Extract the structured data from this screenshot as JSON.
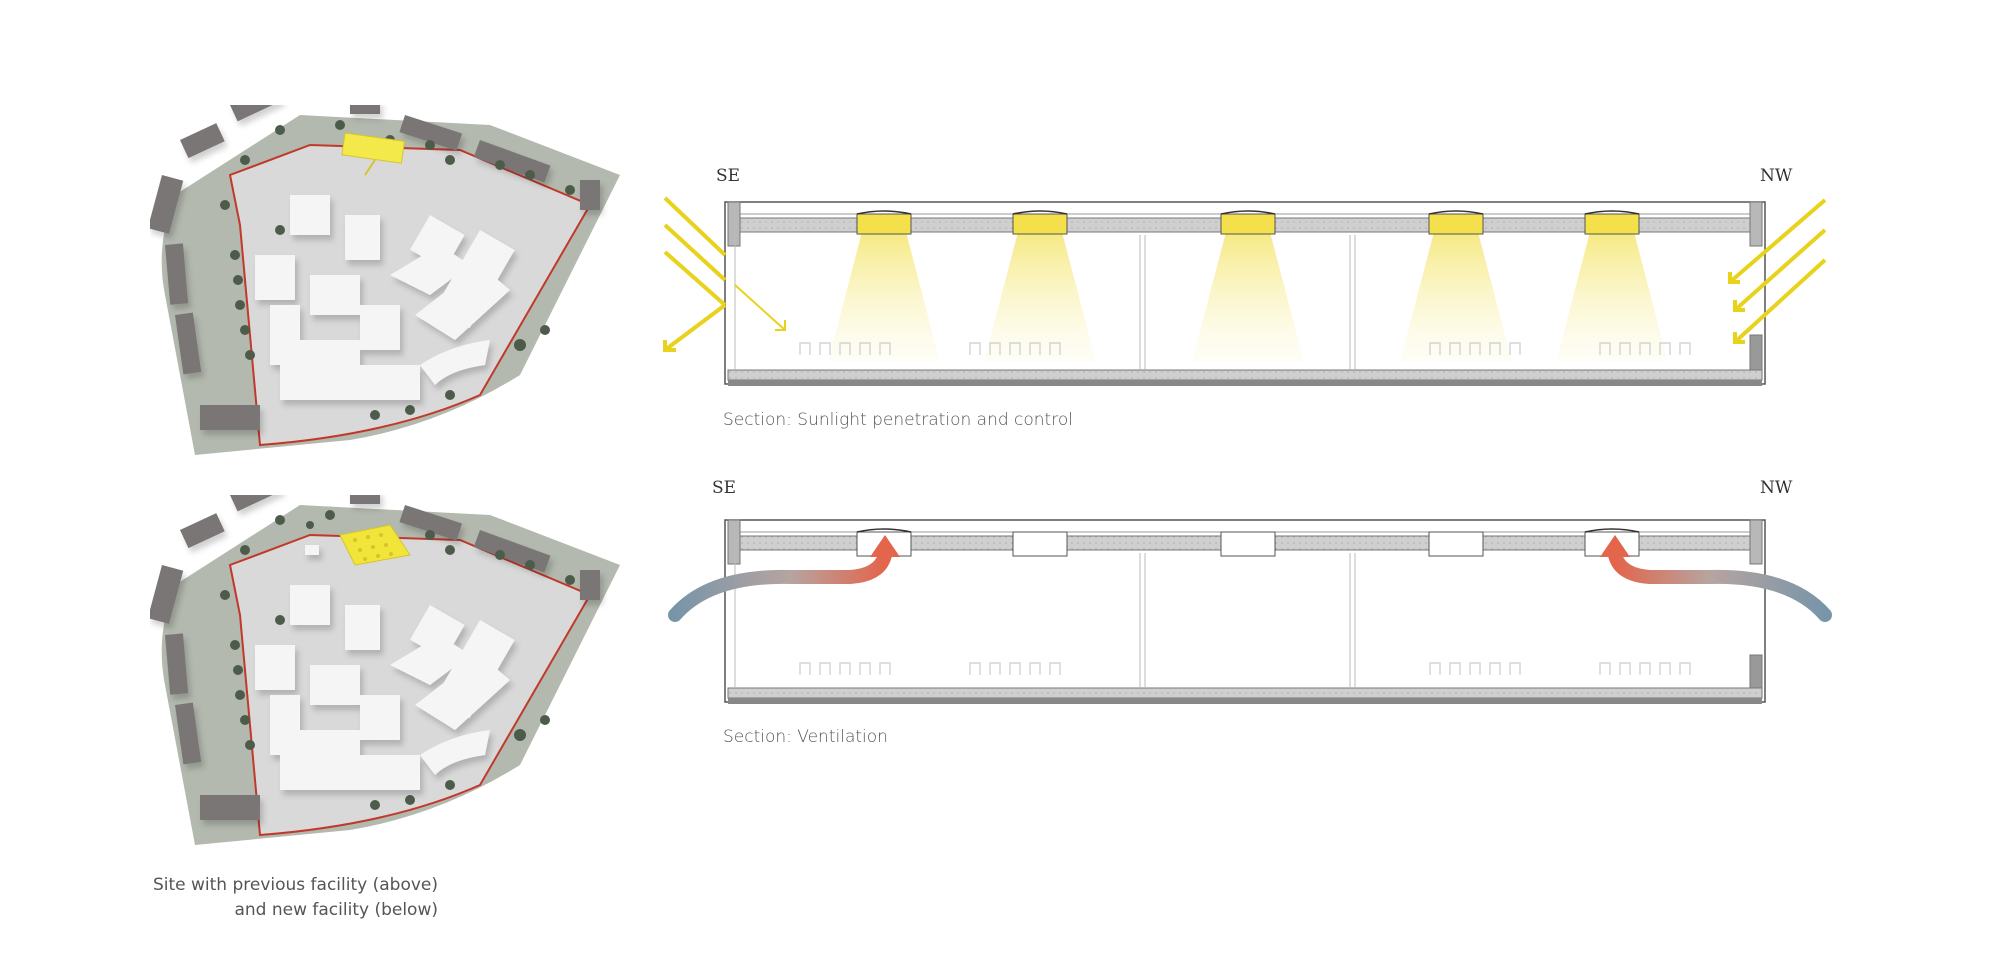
{
  "site": {
    "caption_line1": "Site with previous facility  (above)",
    "caption_line2": "and new facility (below)"
  },
  "sections": [
    {
      "title": "Section: Sunlight penetration and control",
      "left_label": "SE",
      "right_label": "NW"
    },
    {
      "title": "Section: Ventilation",
      "left_label": "SE",
      "right_label": "NW"
    }
  ],
  "colors": {
    "sunlight": "#e8d21c",
    "light_wash": "#f7ee9b",
    "highlight_building": "#f4e94a",
    "warm_air": "#e2654c",
    "cool_air": "#7895a8",
    "slab": "#c9c9c9",
    "site_ground": "#9fa79a",
    "boundary": "#c0392b"
  }
}
